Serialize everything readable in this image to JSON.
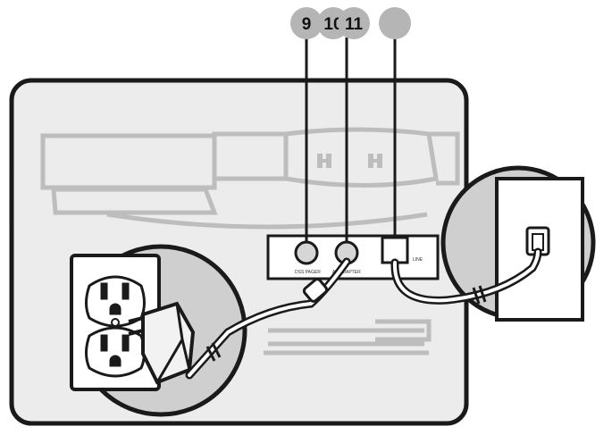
{
  "callouts": [
    {
      "id": "9",
      "label": "9"
    },
    {
      "id": "10",
      "label": "10"
    },
    {
      "id": "11",
      "label": "11"
    },
    {
      "id": "blank",
      "label": ""
    }
  ],
  "port_labels": {
    "port_a": "DSS PAGER",
    "port_b": "AC ADAPTER",
    "port_c": "LINE"
  },
  "colors": {
    "line": "#1a1a1a",
    "callout_fill": "#b5b5b5",
    "panel_fill": "#ececec",
    "cutout_fill": "#cfcfcf",
    "base_outline": "#bdbdbd"
  }
}
